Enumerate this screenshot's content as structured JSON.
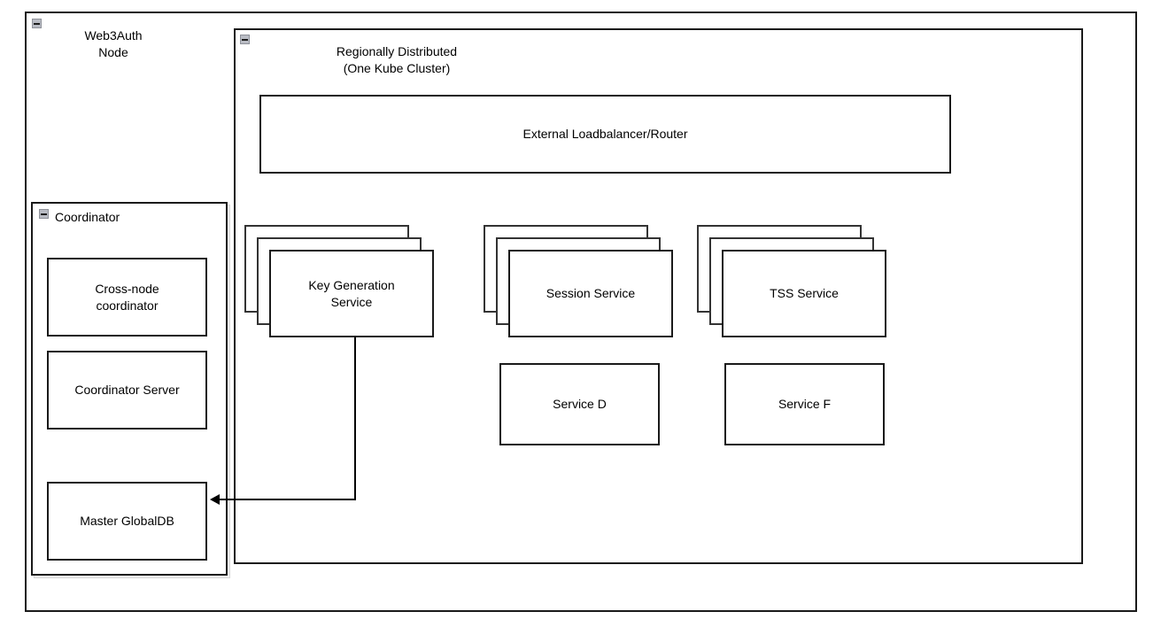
{
  "diagram": {
    "type": "architecture-block-diagram",
    "outer_node": {
      "title": "Web3Auth\nNode",
      "collapse_icon": "collapse-minus-icon"
    },
    "cluster": {
      "title": "Regionally Distributed\n(One Kube Cluster)",
      "collapse_icon": "collapse-minus-icon"
    },
    "coordinator": {
      "title": "Coordinator",
      "collapse_icon": "collapse-minus-icon",
      "components": [
        {
          "label": "Cross-node\ncoordinator"
        },
        {
          "label": "Coordinator Server"
        },
        {
          "label": "Master GlobalDB"
        }
      ]
    },
    "loadbalancer": {
      "label": "External Loadbalancer/Router"
    },
    "services": {
      "stacked": [
        {
          "label": "Key Generation\nService",
          "instances": 3
        },
        {
          "label": "Session Service",
          "instances": 3
        },
        {
          "label": "TSS Service",
          "instances": 3
        }
      ],
      "single": [
        {
          "label": "Service D"
        },
        {
          "label": "Service F"
        }
      ]
    },
    "connections": [
      {
        "from": "Key Generation Service",
        "to": "Master GlobalDB",
        "arrow": "left",
        "style": "orthogonal"
      }
    ],
    "colors": {
      "stroke": "#1a1a1a",
      "stack_stroke": "#333333",
      "background": "#ffffff",
      "frame": "#f2f2f2",
      "icon_fill": "#b9bcc4"
    }
  }
}
